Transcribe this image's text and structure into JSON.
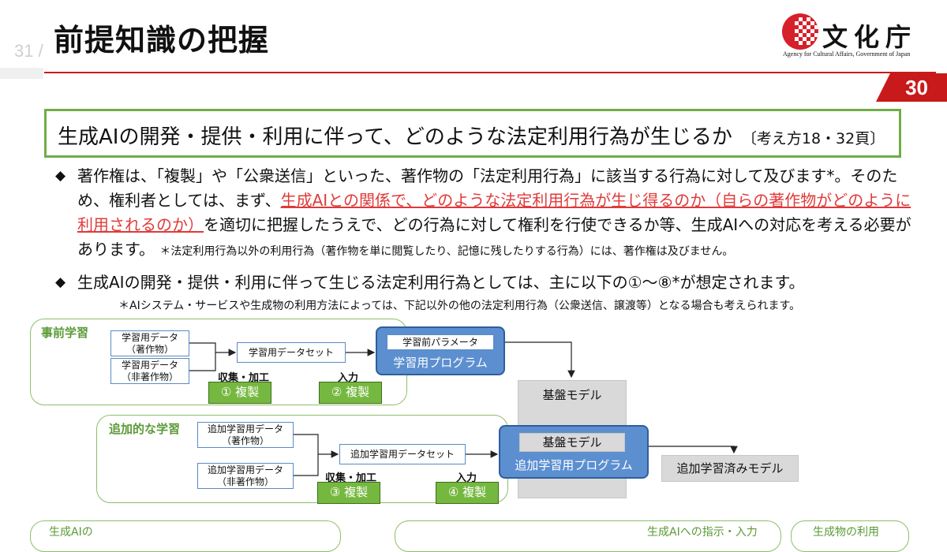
{
  "header": {
    "title": "前提知識の把握",
    "ghost_page": "31 /",
    "page_number": "30",
    "logo_text": "文化庁",
    "logo_sub": "Agency for Cultural Affairs, Government of Japan"
  },
  "question": {
    "text": "生成AIの開発・提供・利用に伴って、どのような法定利用行為が生じるか",
    "ref": "〔考え方18・32頁〕"
  },
  "bullet1": {
    "a": "著作権は、「複製」や「公衆送信」といった、著作物の「法定利用行為」に該当する行為に対して及びます*。そのため、権利者としては、まず、",
    "emph": "生成AIとの関係で、どのような法定利用行為が生じ得るのか（自らの著作物がどのように利用されるのか）",
    "b": "を適切に把握したうえで、どの行為に対して権利を行使できるか等、生成AIへの対応を考える必要があります。",
    "note": "＊法定利用行為以外の利用行為（著作物を単に閲覧したり、記憶に残したりする行為）には、著作権は及びません。"
  },
  "bullet2": {
    "text": "生成AIの開発・提供・利用に伴って生じる法定利用行為としては、主に以下の①～⑧*が想定されます。",
    "note": "＊AIシステム・サービスや生成物の利用方法によっては、下記以外の他の法定利用行為（公衆送信、譲渡等）となる場合も考えられます。"
  },
  "diagram": {
    "pretrain": {
      "label": "事前学習",
      "data1": [
        "学習用データ",
        "（著作物）"
      ],
      "data2": [
        "学習用データ",
        "（非著作物）"
      ],
      "dataset": "学習用データセット",
      "collect_label": "収集・加工",
      "input_label": "入力",
      "btn1": "① 複製",
      "btn2": "② 複製",
      "param": "学習前パラメータ",
      "program": "学習用プログラム"
    },
    "base_model": "基盤モデル",
    "additional": {
      "label": "追加的な学習",
      "data1": [
        "追加学習用データ",
        "（著作物）"
      ],
      "data2": [
        "追加学習用データ",
        "（非著作物）"
      ],
      "dataset": "追加学習用データセット",
      "collect_label": "収集・加工",
      "input_label": "入力",
      "btn3": "③ 複製",
      "btn4": "④ 複製",
      "inner_model": "基盤モデル",
      "program": "追加学習用プログラム",
      "result": "追加学習済みモデル"
    },
    "bottom_fragments": [
      "生成AIの",
      "生成AIへの指示・入力",
      "生成物の利用"
    ]
  },
  "colors": {
    "accent_red": "#c81a1a",
    "green_border": "#70ad47",
    "program_blue": "#5b8fd0",
    "copy_green": "#75b83f"
  }
}
